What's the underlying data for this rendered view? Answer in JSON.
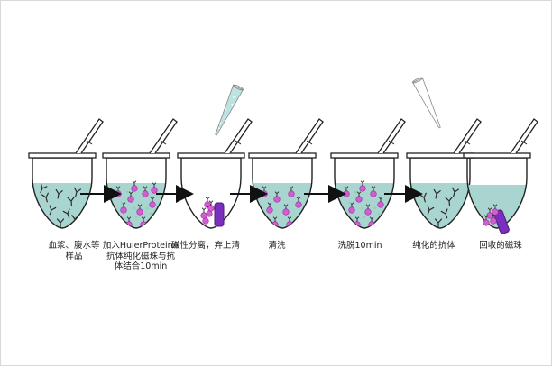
{
  "steps": [
    {
      "id": "sample",
      "caption": "血浆、腹水等\n样品"
    },
    {
      "id": "bind",
      "caption": "加入HuierProteinA\n抗体纯化磁珠与抗\n体结合10min"
    },
    {
      "id": "separate",
      "caption": "磁性分离，弃上清"
    },
    {
      "id": "wash",
      "caption": "清洗"
    },
    {
      "id": "elute",
      "caption": "洗脱10min"
    },
    {
      "id": "purified",
      "caption": "纯化的抗体"
    },
    {
      "id": "recovered",
      "caption": "回收的磁珠"
    }
  ],
  "colors": {
    "liquid": "#a8d5d0",
    "outline": "#222222",
    "bead": "#d25fd2",
    "bead_core": "#a020a0",
    "magnet": "#7b2fbe",
    "antibody": "#2a2a2a",
    "dots": "#8fd0a8",
    "pipette": "#bde3e0"
  },
  "icons": [
    "pipette-icon",
    "magnet-icon",
    "arrow-right-icon",
    "antibody-icon",
    "magnetic-bead-icon"
  ]
}
